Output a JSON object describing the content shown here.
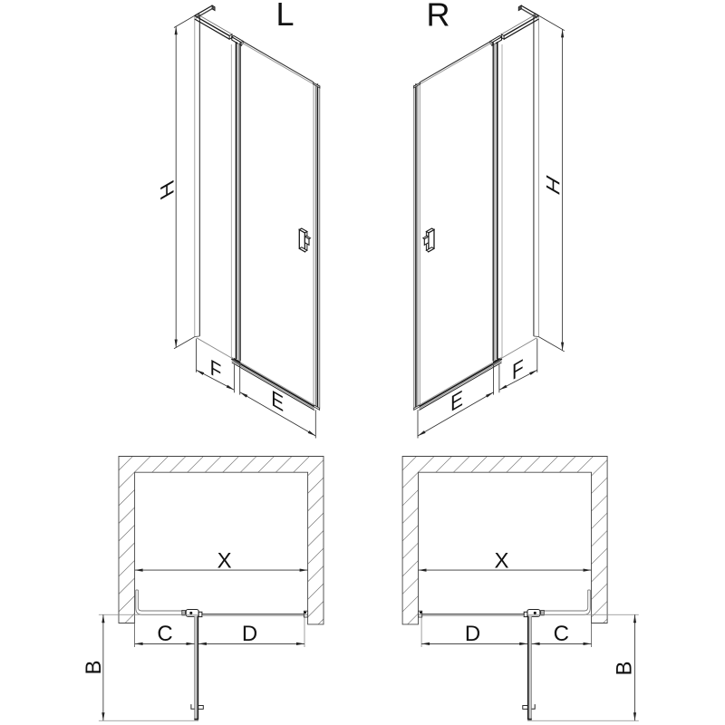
{
  "document": {
    "type": "technical-drawing",
    "subject": "shower door dimension diagram, left and right hinged variants",
    "background_color": "#ffffff",
    "line_color_dark": "#1a1a1a",
    "line_color_mid": "#555555",
    "line_color_light": "#999999",
    "glass_fill": "#c4c4c4"
  },
  "views": {
    "perspective_left": {
      "title": "L",
      "dim_height": "H",
      "dim_fixed_panel": "F",
      "dim_door": "E"
    },
    "perspective_right": {
      "title": "R",
      "dim_height": "H",
      "dim_fixed_panel": "F",
      "dim_door": "E"
    },
    "plan_left": {
      "dim_niche_width": "X",
      "dim_fixed_panel": "C",
      "dim_door": "D",
      "dim_swing_depth": "B"
    },
    "plan_right": {
      "dim_niche_width": "X",
      "dim_fixed_panel": "C",
      "dim_door": "D",
      "dim_swing_depth": "B"
    }
  }
}
